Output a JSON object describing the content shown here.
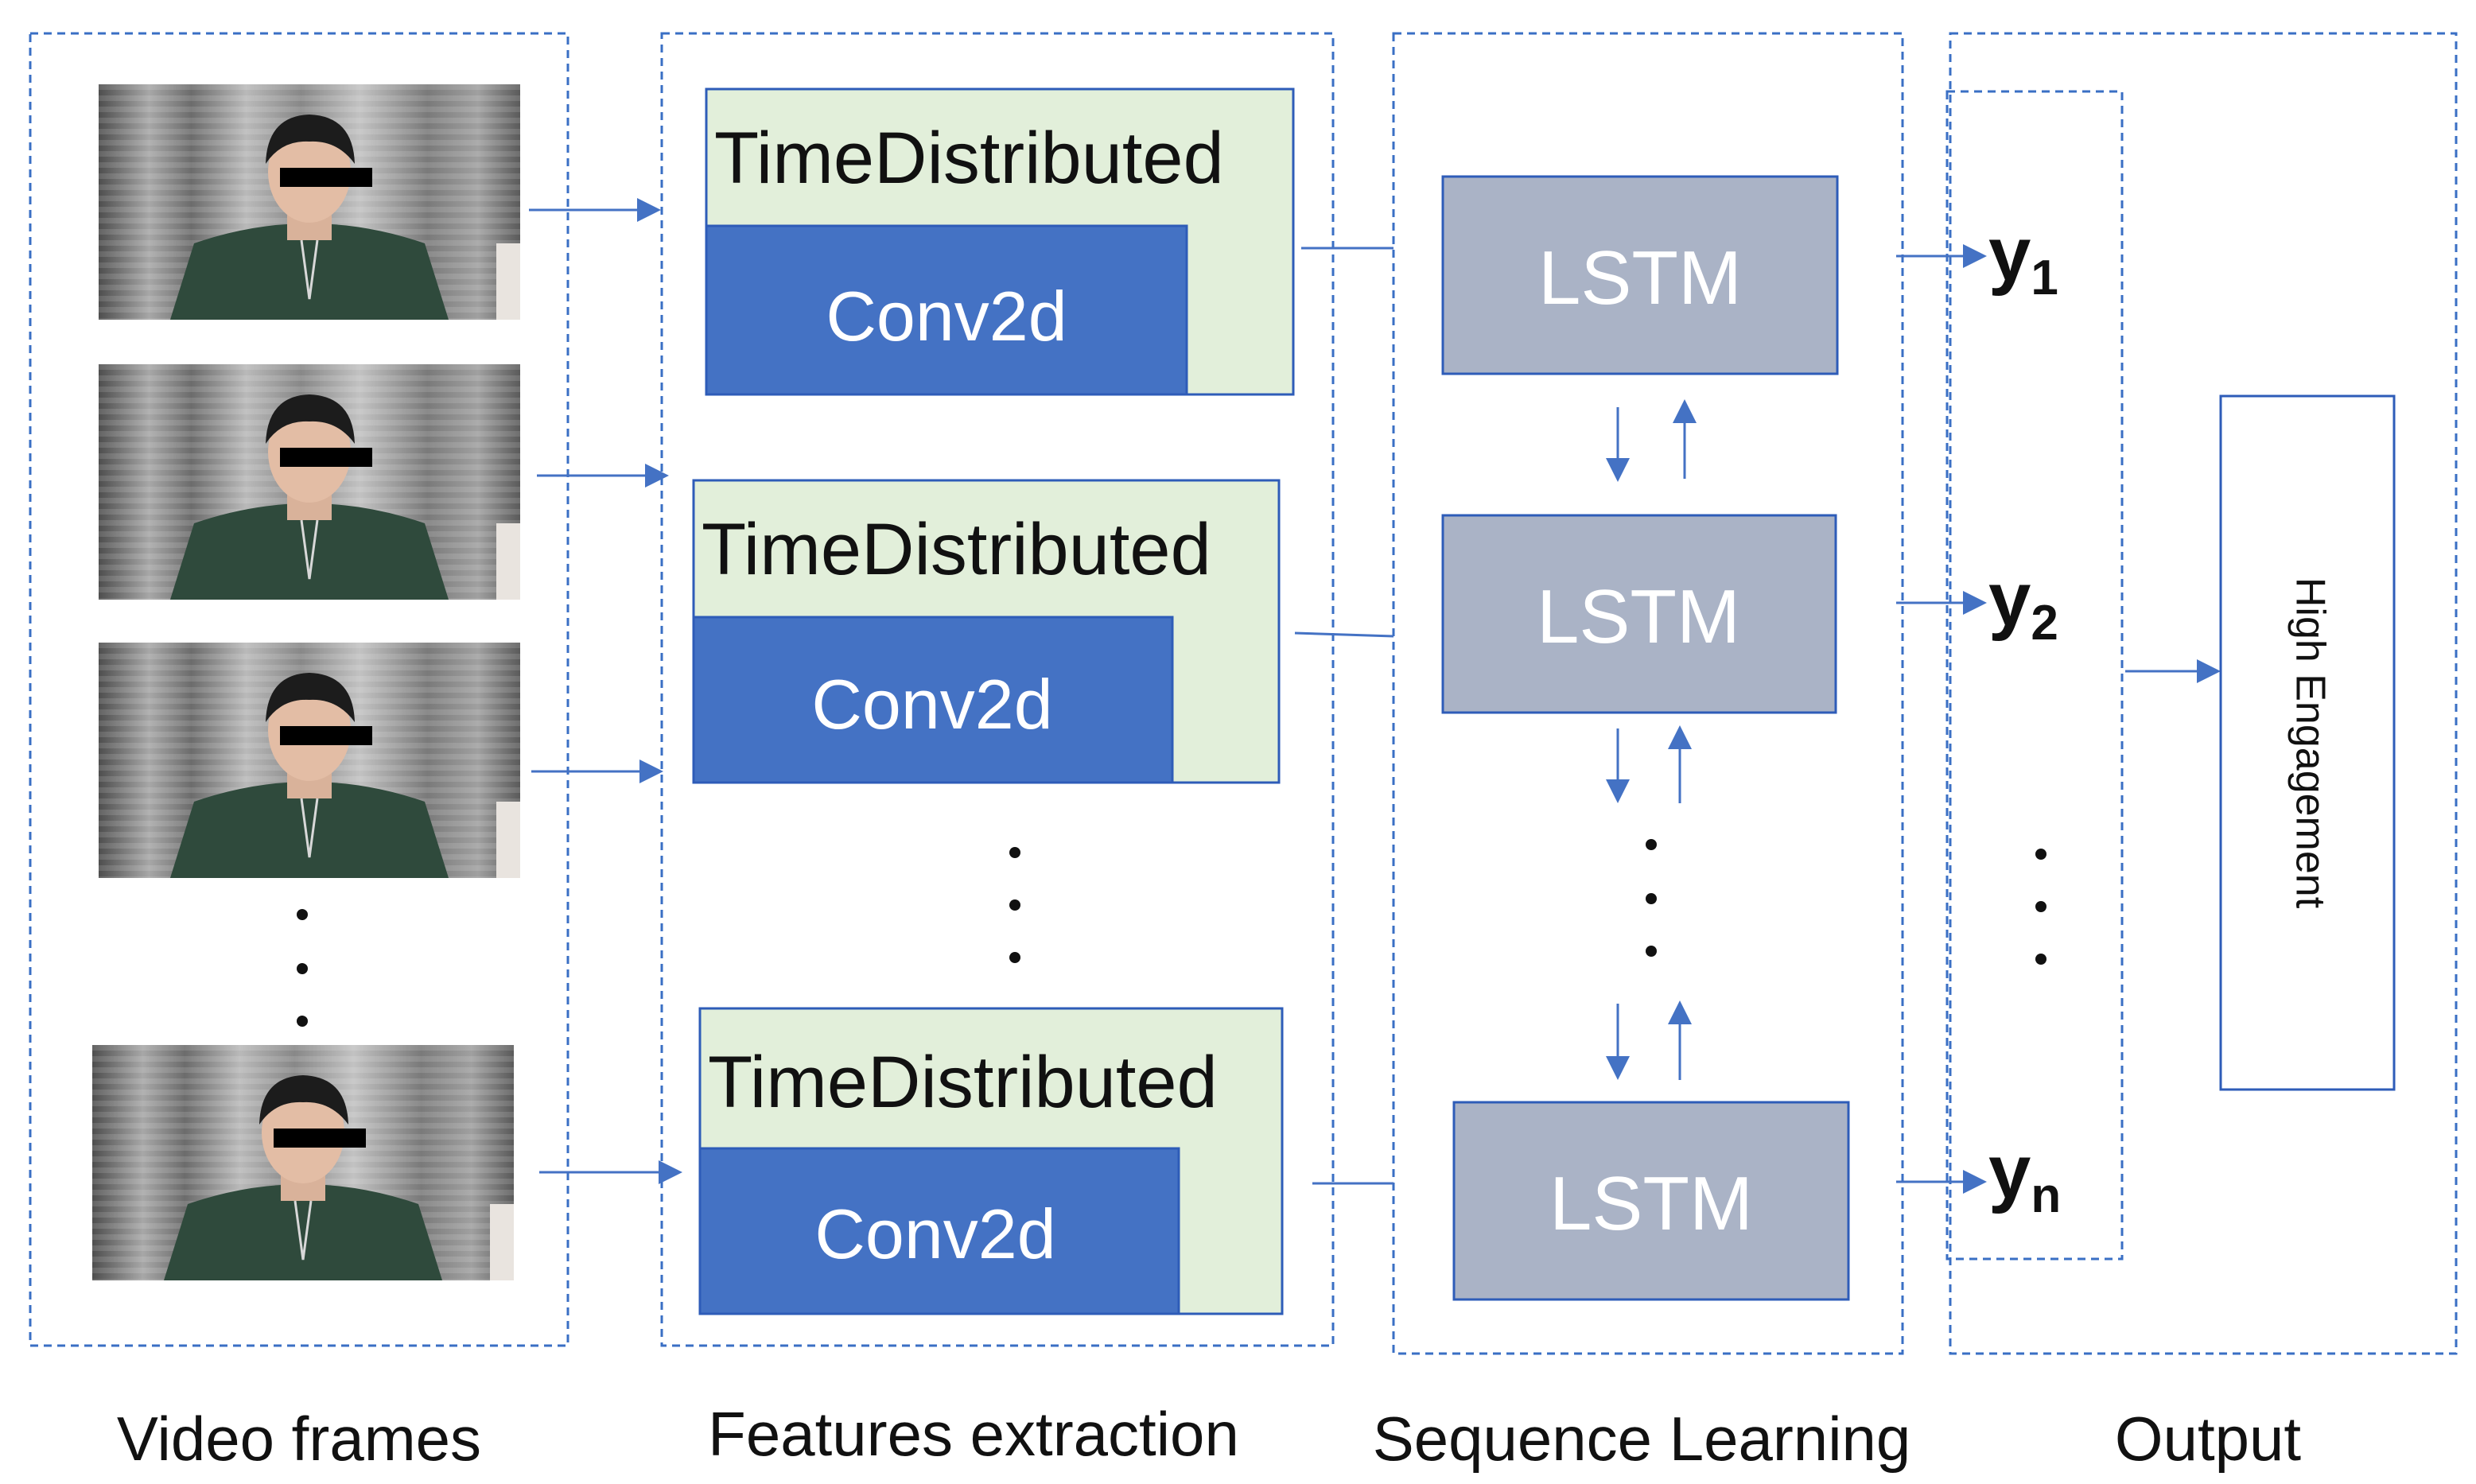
{
  "captions": {
    "video_frames": "Video frames",
    "features_extraction": "Features extraction",
    "sequence_learning": "Sequence Learning",
    "output": "Output"
  },
  "feature_blocks": [
    {
      "outer_label": "TimeDistributed",
      "inner_label": "Conv2d"
    },
    {
      "outer_label": "TimeDistributed",
      "inner_label": "Conv2d"
    },
    {
      "outer_label": "TimeDistributed",
      "inner_label": "Conv2d"
    }
  ],
  "lstm_blocks": [
    {
      "label": "LSTM"
    },
    {
      "label": "LSTM"
    },
    {
      "label": "LSTM"
    }
  ],
  "outputs": [
    {
      "symbol": "y",
      "subscript": "1"
    },
    {
      "symbol": "y",
      "subscript": "2"
    },
    {
      "symbol": "y",
      "subscript": "n"
    }
  ],
  "result_label": "High Engagement",
  "frames": [
    {
      "icon": "video-frame-photo"
    },
    {
      "icon": "video-frame-photo"
    },
    {
      "icon": "video-frame-photo"
    },
    {
      "icon": "video-frame-photo"
    }
  ],
  "colors": {
    "accent": "#4472c4",
    "conv_fill": "#4472c4",
    "td_fill": "#e2efda",
    "lstm_fill": "#aab3c6",
    "lstm_border": "#2e5cb8"
  }
}
